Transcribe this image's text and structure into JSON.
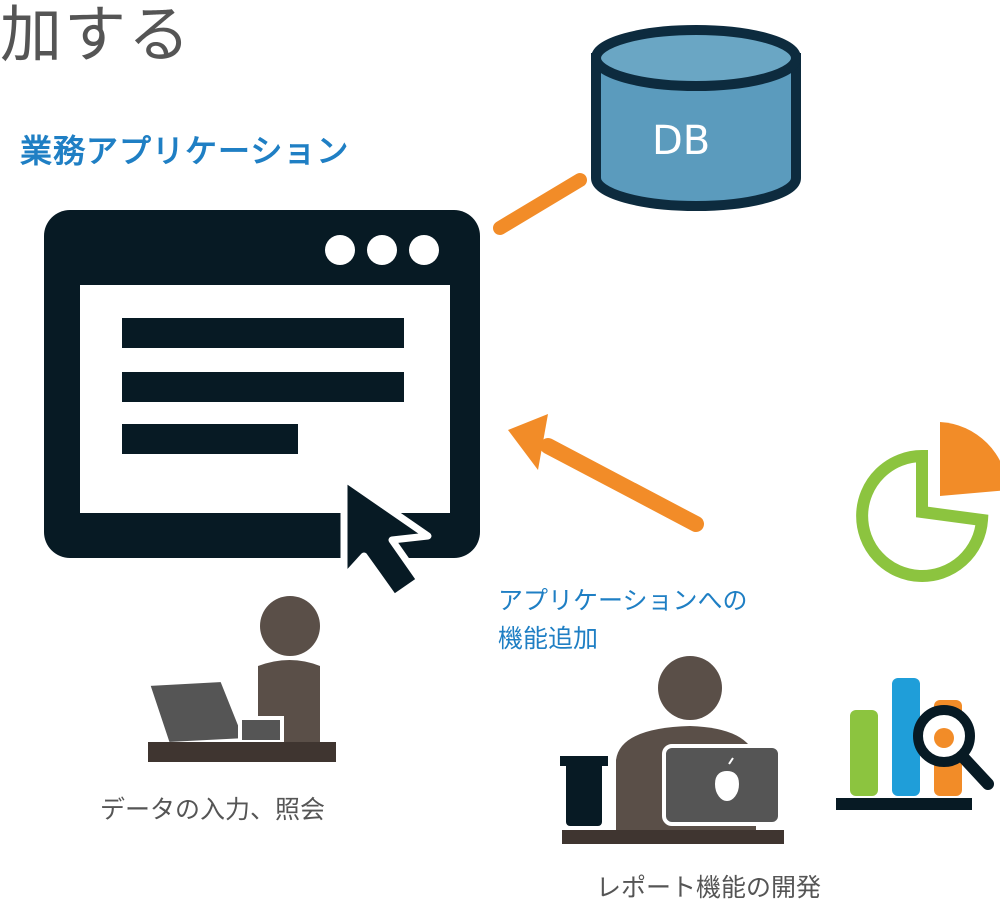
{
  "heading": "加する",
  "app_title": "業務アプリケーション",
  "db_label": "DB",
  "feature_add": {
    "line1": "アプリケーションへの",
    "line2": "機能追加"
  },
  "user_caption": "データの入力、照会",
  "dev_caption": "レポート機能の開発",
  "colors": {
    "accent_blue": "#1f7fc4",
    "arrow_orange": "#f28c28",
    "db_fill": "#5b9bbd",
    "db_stroke": "#0d2b3e",
    "window_dark": "#071a24",
    "person_brown": "#5a4f48",
    "pie_green": "#8cc43f",
    "text_gray": "#555555"
  },
  "icons": [
    "database-icon",
    "app-window-icon",
    "cursor-arrow-icon",
    "user-laptop-icon",
    "developer-laptop-icon",
    "pie-chart-icon",
    "bar-chart-search-icon",
    "coffee-cup-icon",
    "apple-logo-icon"
  ]
}
